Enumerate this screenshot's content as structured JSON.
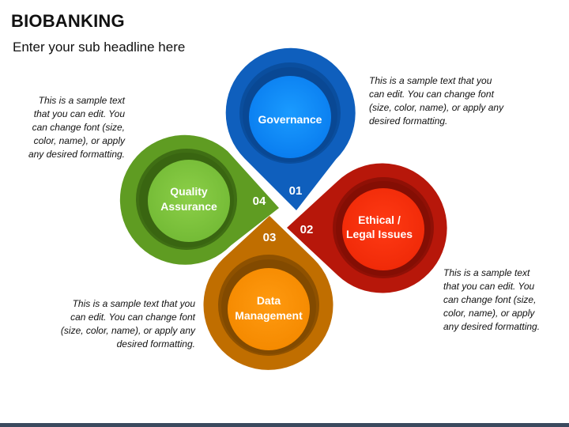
{
  "header": {
    "title": "BIOBANKING",
    "subtitle": "Enter your sub headline here"
  },
  "items": [
    {
      "number": "01",
      "label_lines": [
        "Governance"
      ],
      "description": "This is a sample text that you can edit. You can change font (size, color, name), or apply any desired formatting.",
      "color": "#1a6fd1"
    },
    {
      "number": "02",
      "label_lines": [
        "Ethical /",
        "Legal Issues"
      ],
      "description": "This is a sample text that you can edit. You can change font (size, color, name), or apply any desired formatting.",
      "color": "#c81e0f"
    },
    {
      "number": "03",
      "label_lines": [
        "Data",
        "Management"
      ],
      "description": "This is a sample text that you can edit. You can change font (size, color, name), or apply any desired formatting.",
      "color": "#d27a00"
    },
    {
      "number": "04",
      "label_lines": [
        "Quality",
        "Assurance"
      ],
      "description": "This is a sample text that you can edit. You can change font (size, color, name), or apply any desired formatting.",
      "color": "#6aa524"
    }
  ]
}
